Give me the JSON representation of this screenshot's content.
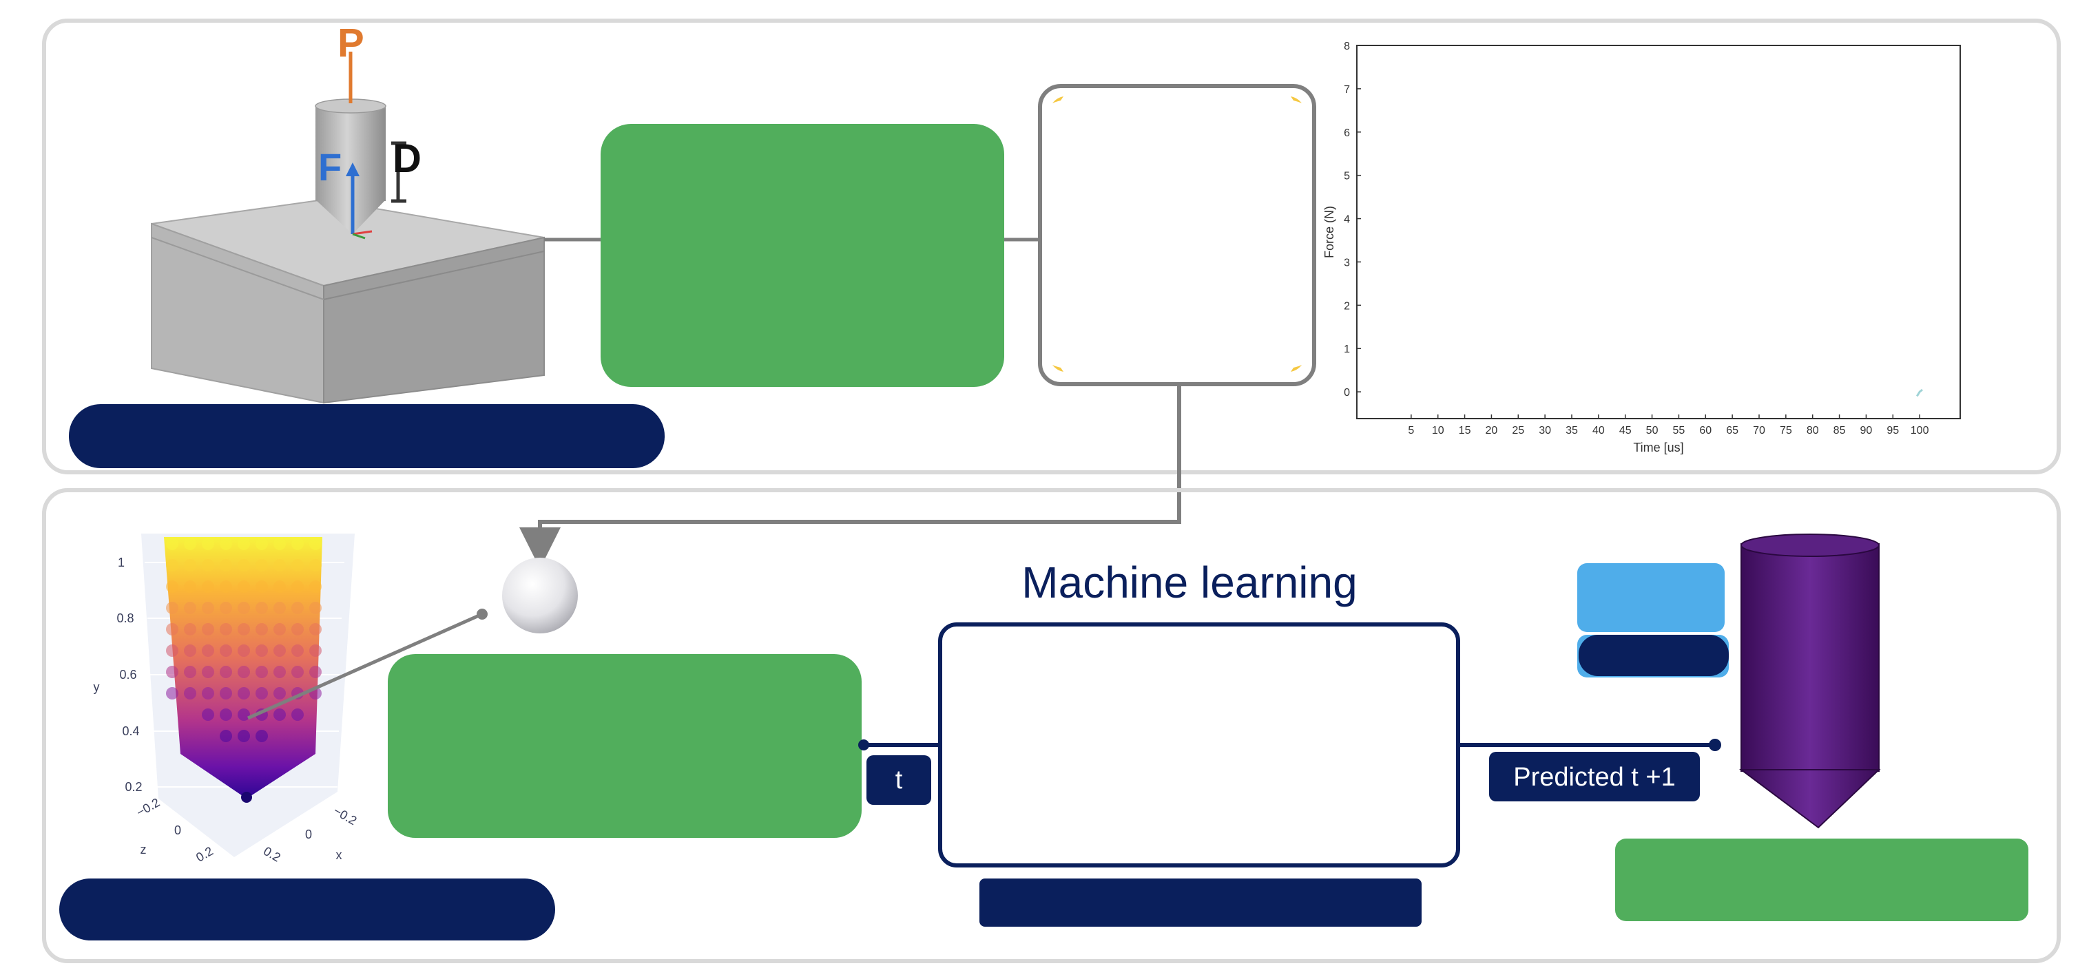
{
  "colors": {
    "panel_border": "#d9d9d9",
    "navy": "#0a1f5c",
    "green": "#51ae5c",
    "light_blue": "#4fadea",
    "grey_line": "#7f7f7f",
    "orange": "#e07a2f",
    "blue_arrow": "#2e6fd1"
  },
  "top_panel": {
    "indenter_labels": {
      "p": "P",
      "f": "F",
      "d": "D"
    }
  },
  "bottom_panel": {
    "ml_title": "Machine learning",
    "t_badge": "t",
    "predicted_badge": "Predicted t +1"
  },
  "chart_data": {
    "type": "line",
    "xlabel": "Time [us]",
    "ylabel": "Force (N)",
    "xlim": [
      0,
      105
    ],
    "ylim": [
      -0.3,
      8
    ],
    "x_ticks": [
      5,
      10,
      15,
      20,
      25,
      30,
      35,
      40,
      45,
      50,
      55,
      60,
      65,
      70,
      75,
      80,
      85,
      90,
      95,
      100
    ],
    "y_ticks": [
      0,
      1,
      2,
      3,
      4,
      5,
      6,
      7,
      8
    ],
    "series": [
      {
        "color": "#9fd3d6",
        "x": [
          99.5,
          100,
          100.5
        ],
        "y": [
          -0.1,
          0,
          0.05
        ]
      }
    ]
  },
  "scatter3d": {
    "y_ticks": [
      "1",
      "0.8",
      "0.6",
      "0.4",
      "0.2"
    ],
    "y_label": "y",
    "z_label": "z",
    "x_label": "x",
    "z_ticks": [
      "−0.2",
      "0",
      "0.2"
    ],
    "x_ticks": [
      "−0.2",
      "0",
      "0.2"
    ]
  }
}
